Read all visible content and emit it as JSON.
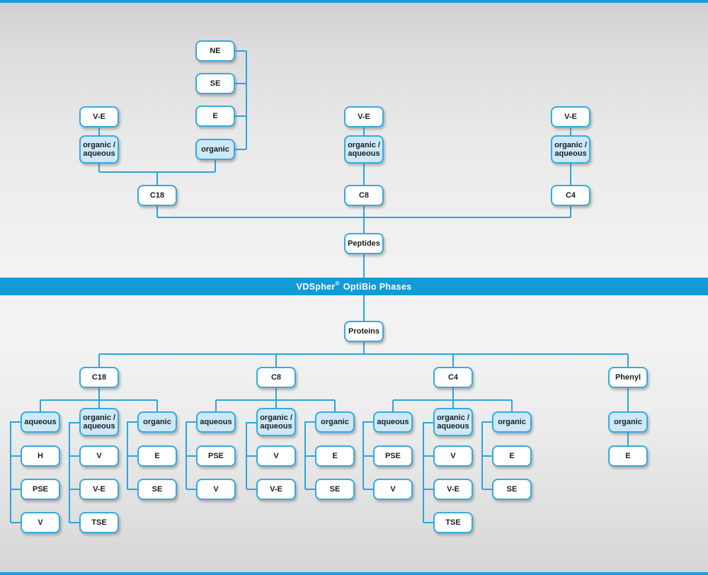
{
  "banner": {
    "brand": "VDSpher",
    "reg": "®",
    "rest": "OptiBio Phases"
  },
  "peptides": {
    "root": "Peptides",
    "c18": {
      "column": "C18",
      "side_phases": [
        "NE",
        "SE",
        "E"
      ],
      "side_mode": "organic",
      "phase": "V-E",
      "mode": "organic /\naqueous"
    },
    "c8": {
      "column": "C8",
      "phase": "V-E",
      "mode": "organic /\naqueous"
    },
    "c4": {
      "column": "C4",
      "phase": "V-E",
      "mode": "organic /\naqueous"
    }
  },
  "proteins": {
    "root": "Proteins",
    "columns": [
      {
        "label": "C18",
        "groups": [
          {
            "mode": "aqueous",
            "phases": [
              "H",
              "PSE",
              "V"
            ]
          },
          {
            "mode": "organic /\naqueous",
            "phases": [
              "V",
              "V-E",
              "TSE"
            ]
          },
          {
            "mode": "organic",
            "phases": [
              "E",
              "SE"
            ]
          }
        ]
      },
      {
        "label": "C8",
        "groups": [
          {
            "mode": "aqueous",
            "phases": [
              "PSE",
              "V"
            ]
          },
          {
            "mode": "organic /\naqueous",
            "phases": [
              "V",
              "V-E"
            ]
          },
          {
            "mode": "organic",
            "phases": [
              "E",
              "SE"
            ]
          }
        ]
      },
      {
        "label": "C4",
        "groups": [
          {
            "mode": "aqueous",
            "phases": [
              "PSE",
              "V"
            ]
          },
          {
            "mode": "organic /\naqueous",
            "phases": [
              "V",
              "V-E",
              "TSE"
            ]
          },
          {
            "mode": "organic",
            "phases": [
              "E",
              "SE"
            ]
          }
        ]
      },
      {
        "label": "Phenyl",
        "groups": [
          {
            "mode": "organic",
            "phases": [
              "E"
            ]
          }
        ]
      }
    ]
  },
  "colors": {
    "accent_blue": "#129bd7",
    "line_blue": "#2aa6dd",
    "node_border_blue": "#36aadf",
    "mode_fill_blue": "#cde9f8",
    "text_dark": "#1d1d1b"
  }
}
